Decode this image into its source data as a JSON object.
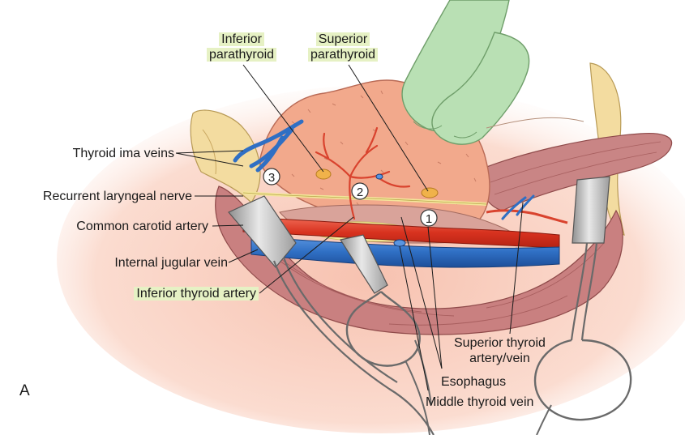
{
  "labels": {
    "inferior_parathyroid": [
      "Inferior",
      "parathyroid"
    ],
    "superior_parathyroid": [
      "Superior",
      "parathyroid"
    ],
    "thyroid_ima_veins": "Thyroid ima veins",
    "recurrent_laryngeal_nerve": "Recurrent laryngeal nerve",
    "common_carotid_artery": "Common carotid artery",
    "internal_jugular_vein": "Internal jugular vein",
    "inferior_thyroid_artery": "Inferior thyroid artery",
    "superior_thyroid_artery_vein": [
      "Superior thyroid",
      "artery/vein"
    ],
    "esophagus": "Esophagus",
    "middle_thyroid_vein": "Middle thyroid vein",
    "panel_letter": "A"
  },
  "markers": [
    "1",
    "2",
    "3"
  ],
  "highlighted_labels": [
    "inferior_parathyroid",
    "superior_parathyroid",
    "inferior_thyroid_artery"
  ],
  "colors": {
    "label_highlight": "#e6f1c4",
    "thyroid": "#f2a98c",
    "artery": "#e0412e",
    "vein": "#2f6fc4",
    "muscle": "#c97f7f",
    "retractor_blade": "#c8c8c8",
    "glove": "#b9e0b4",
    "skin_flap": "#f0d9a0",
    "parathyroid": "#f0b24a"
  }
}
